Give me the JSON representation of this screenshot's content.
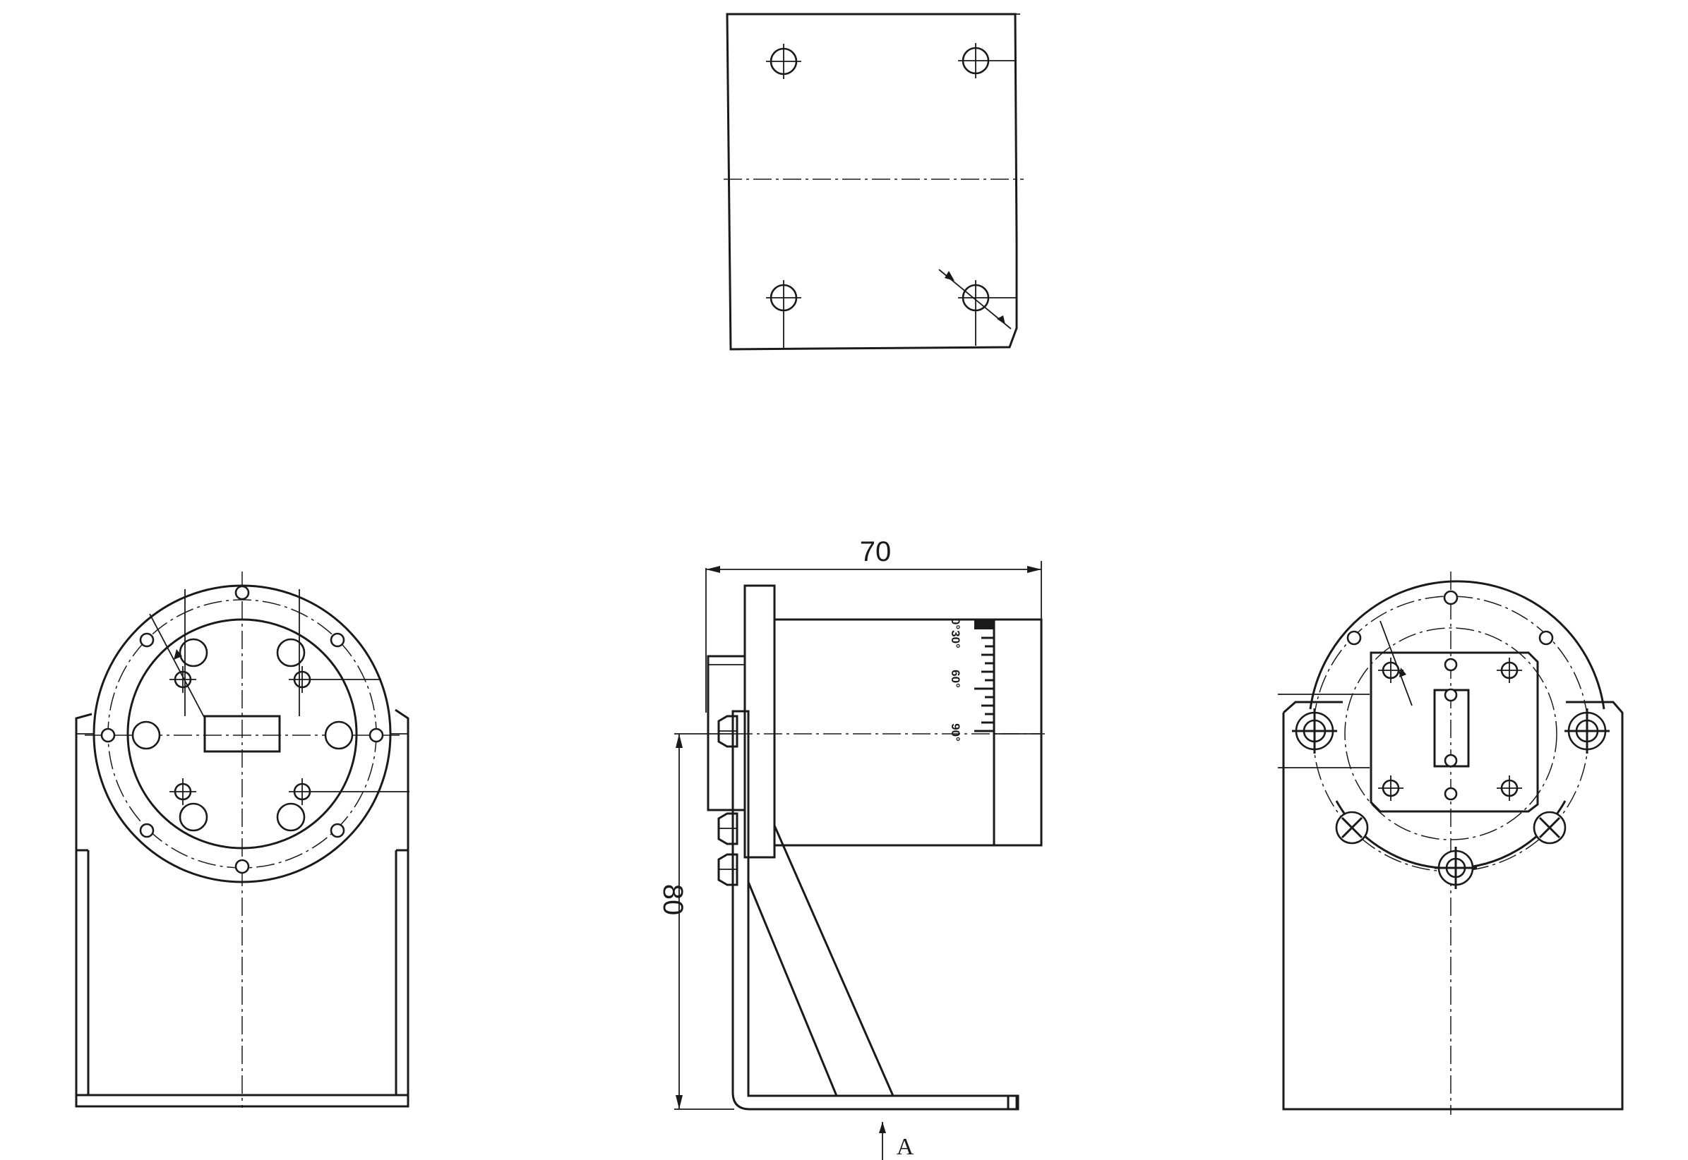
{
  "dimensions": {
    "width_label": "70",
    "height_label": "80"
  },
  "view_label": "A",
  "angle_scale": {
    "marks": [
      "0°",
      "30°",
      "60°",
      "90°"
    ]
  },
  "colors": {
    "line": "#1a1a1a",
    "background": "#ffffff"
  }
}
